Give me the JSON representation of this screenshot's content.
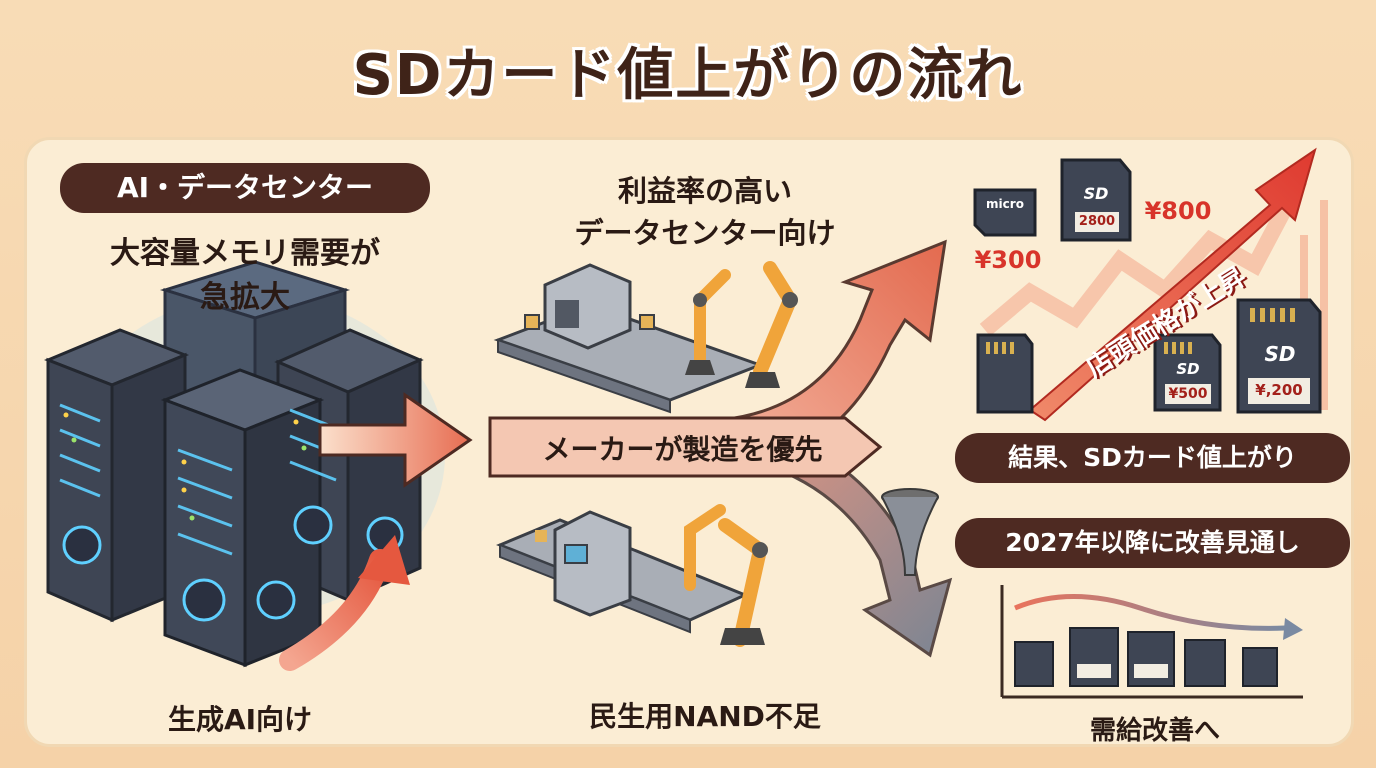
{
  "title": "SDカード値上がりの流れ",
  "left": {
    "category_pill": "AI・データセンター",
    "demand_line1": "大容量メモリ需要が",
    "demand_line2": "急拡大",
    "caption": "生成AI向け"
  },
  "middle": {
    "top_line1": "利益率の高い",
    "top_line2": "データセンター向け",
    "arrow_label": "メーカーが製造を優先",
    "caption": "民生用NAND不足"
  },
  "right": {
    "price_low": "¥300",
    "price_high": "¥800",
    "card_price_1": "2800",
    "card_price_2": "¥500",
    "card_price_3": "¥,200",
    "micro_label": "micro",
    "sd_label": "SD",
    "rising_label": "店頭価格が上昇",
    "result_pill": "結果、SDカード値上がり",
    "outlook_pill": "2027年以降に改善見通し",
    "caption": "需給改善へ"
  },
  "colors": {
    "dark_brown": "#4e2a22",
    "arrow_red": "#e0523c",
    "arrow_salmon": "#e9846a",
    "price_red": "#d8342a",
    "server_dark": "#3b4150",
    "robot_orange": "#f0a43a"
  },
  "icons": [
    "server-rack-icon",
    "factory-machine-icon",
    "robot-arm-icon",
    "conveyor-belt-icon",
    "sd-card-icon",
    "micro-sd-icon",
    "funnel-icon"
  ]
}
